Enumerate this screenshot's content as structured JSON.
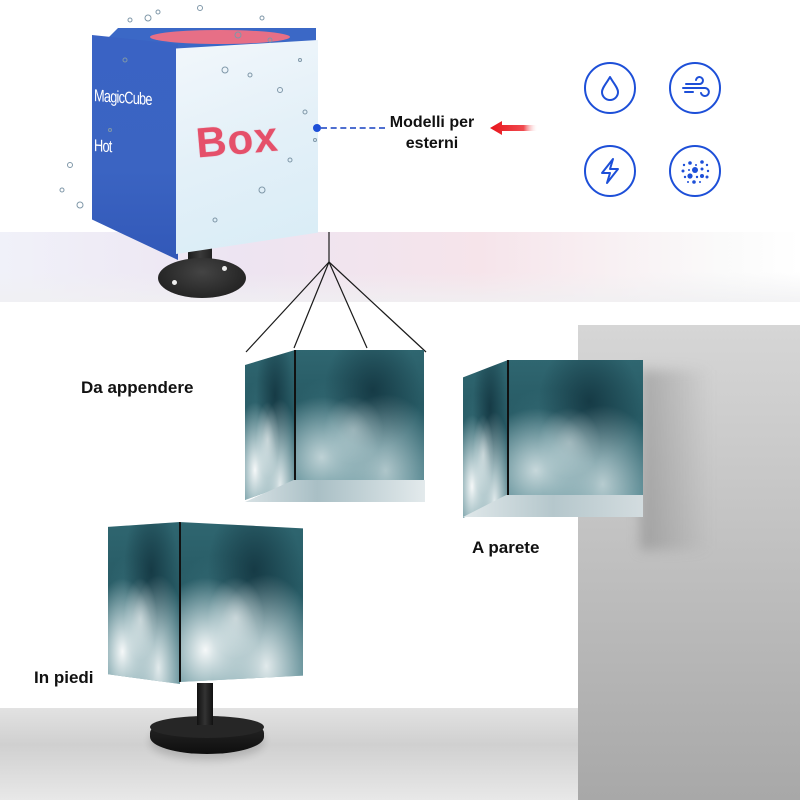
{
  "hero": {
    "brand_text": "MagicCube",
    "sub_text": "Hot",
    "front_text": "Box"
  },
  "callout": {
    "label_line1": "Modelli per",
    "label_line2": "esterni"
  },
  "feature_icons": [
    {
      "icon": "water-drop-icon",
      "meaning": "waterproof"
    },
    {
      "icon": "wind-icon",
      "meaning": "windproof"
    },
    {
      "icon": "lightning-icon",
      "meaning": "lightning-proof"
    },
    {
      "icon": "dust-icon",
      "meaning": "dustproof"
    }
  ],
  "mounting_modes": {
    "hanging": "Da appendere",
    "wall": "A parete",
    "standing": "In piedi"
  },
  "colors": {
    "accent_blue": "#1d4fd8",
    "arrow_red": "#e8141b",
    "cube_blue": "#3b64c2",
    "box_text_pink": "#e5506a",
    "ocean_teal": "#2a5f69",
    "wall_grey": "#c4c4c4"
  }
}
